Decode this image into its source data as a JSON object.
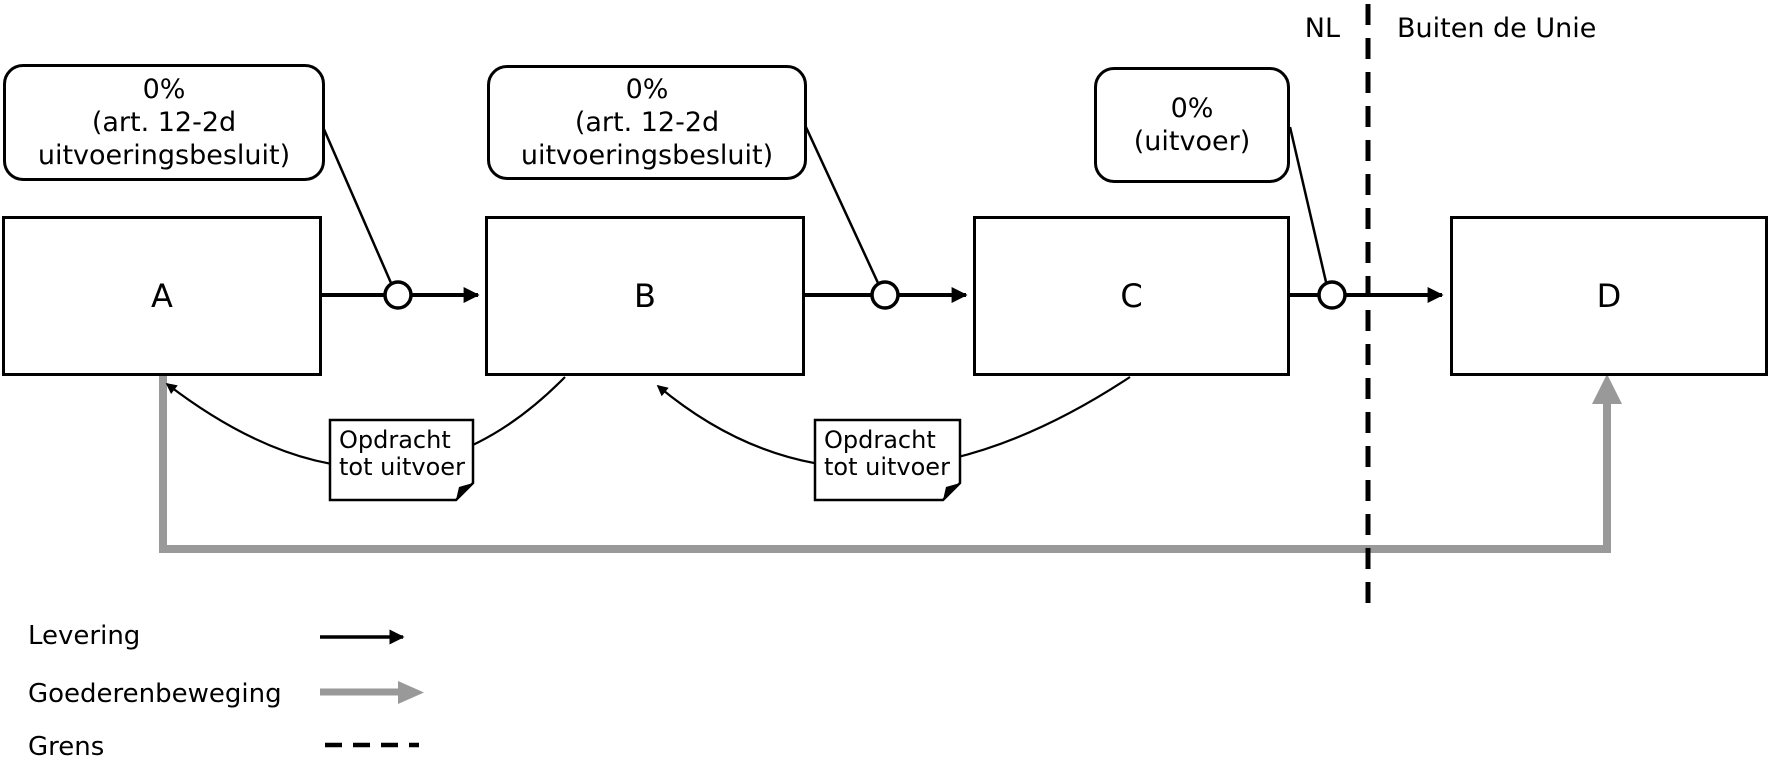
{
  "diagram": {
    "region_labels": {
      "inside": "NL",
      "outside": "Buiten de Unie"
    },
    "nodes": [
      {
        "label": "A"
      },
      {
        "label": "B"
      },
      {
        "label": "C"
      },
      {
        "label": "D"
      }
    ],
    "rate_callouts": [
      {
        "text": "0%\n(art. 12-2d\nuitvoeringsbesluit)"
      },
      {
        "text": "0%\n(art. 12-2d\nuitvoeringsbesluit)"
      },
      {
        "text": "0%\n(uitvoer)"
      }
    ],
    "order_notes": [
      {
        "text": "Opdracht\ntot uitvoer"
      },
      {
        "text": "Opdracht\ntot uitvoer"
      }
    ]
  },
  "legend": {
    "items": [
      {
        "label": "Levering",
        "symbol": "black-arrow"
      },
      {
        "label": "Goederenbeweging",
        "symbol": "gray-arrow"
      },
      {
        "label": "Grens",
        "symbol": "dashed-line"
      }
    ]
  },
  "colors": {
    "line": "#000000",
    "goods_movement": "#999999",
    "background": "#ffffff"
  }
}
